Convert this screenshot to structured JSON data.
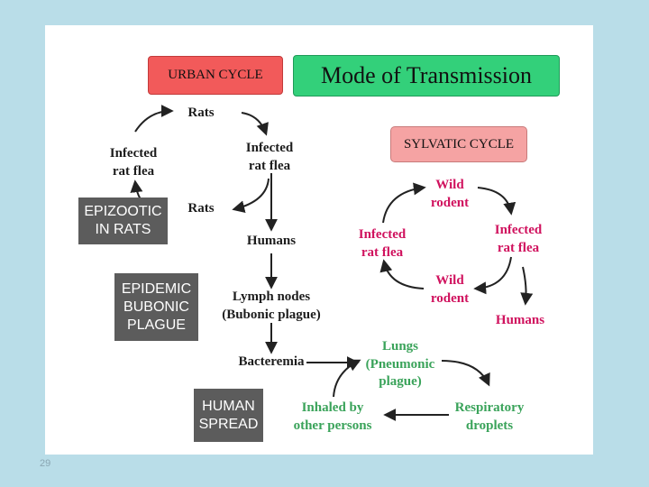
{
  "title": "Mode of Transmission",
  "urban_cycle": {
    "heading": "URBAN CYCLE",
    "rats_top": "Rats",
    "infected_flea_left_1": "Infected",
    "infected_flea_left_2": "rat flea",
    "infected_flea_right_1": "Infected",
    "infected_flea_right_2": "rat flea",
    "rats_bottom": "Rats",
    "humans": "Humans",
    "lymph_1": "Lymph nodes",
    "lymph_2": "(Bubonic plague)",
    "bacteremia": "Bacteremia"
  },
  "sylvatic_cycle": {
    "heading": "SYLVATIC CYCLE",
    "wild_rodent_top_1": "Wild",
    "wild_rodent_top_2": "rodent",
    "infected_flea_left_1": "Infected",
    "infected_flea_left_2": "rat flea",
    "infected_flea_right_1": "Infected",
    "infected_flea_right_2": "rat flea",
    "wild_rodent_bottom_1": "Wild",
    "wild_rodent_bottom_2": "rodent",
    "humans": "Humans"
  },
  "human_spread": {
    "lungs_1": "Lungs",
    "lungs_2": "(Pneumonic",
    "lungs_3": "plague)",
    "resp_1": "Respiratory",
    "resp_2": "droplets",
    "inhaled_1": "Inhaled by",
    "inhaled_2": "other persons"
  },
  "stages": {
    "epizootic_1": "EPIZOOTIC",
    "epizootic_2": "IN RATS",
    "epidemic_1": "EPIDEMIC",
    "epidemic_2": "BUBONIC",
    "epidemic_3": "PLAGUE",
    "human_1": "HUMAN",
    "human_2": "SPREAD"
  },
  "page_number": "29",
  "colors": {
    "background": "#b9dde8",
    "urban_box": "#f25a5a",
    "title_box": "#33d07a",
    "sylvatic_box": "#f5a3a3",
    "stage_box": "#5c5c5c",
    "red_text": "#d0125e",
    "green_text": "#3aa35a"
  }
}
